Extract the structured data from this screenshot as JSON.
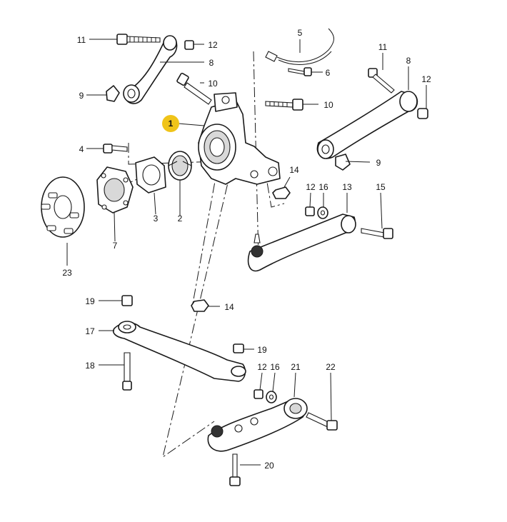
{
  "diagram": {
    "highlight_color": "#f0c419",
    "highlighted_part": "1",
    "callouts": {
      "p1": "1",
      "p2": "2",
      "p3": "3",
      "p4": "4",
      "p5": "5",
      "p6": "6",
      "p7": "7",
      "p8a": "8",
      "p8b": "8",
      "p9a": "9",
      "p9b": "9",
      "p10a": "10",
      "p10b": "10",
      "p11a": "11",
      "p11b": "11",
      "p12a": "12",
      "p12b": "12",
      "p12c": "12",
      "p12d": "12",
      "p13": "13",
      "p14a": "14",
      "p14b": "14",
      "p15": "15",
      "p16a": "16",
      "p16b": "16",
      "p17": "17",
      "p18": "18",
      "p19a": "19",
      "p19b": "19",
      "p20": "20",
      "p21": "21",
      "p22": "22",
      "p23": "23"
    }
  }
}
